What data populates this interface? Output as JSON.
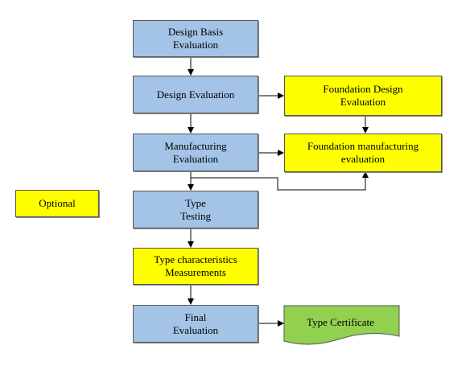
{
  "colors": {
    "process_fill": "#a3c4e6",
    "optional_fill": "#ffff00",
    "certificate_fill": "#92d050",
    "line": "#000000"
  },
  "nodes": {
    "design_basis": {
      "label": "Design Basis\nEvaluation"
    },
    "design_evaluation": {
      "label": "Design Evaluation"
    },
    "foundation_design": {
      "label": "Foundation Design\nEvaluation"
    },
    "manufacturing": {
      "label": "Manufacturing\nEvaluation"
    },
    "foundation_manufacturing": {
      "label": "Foundation manufacturing\nevaluation"
    },
    "optional": {
      "label": "Optional"
    },
    "type_testing": {
      "label": "Type\nTesting"
    },
    "type_characteristics": {
      "label": "Type characteristics\nMeasurements"
    },
    "final_evaluation": {
      "label": "Final\nEvaluation"
    },
    "type_certificate": {
      "label": "Type Certificate"
    }
  }
}
